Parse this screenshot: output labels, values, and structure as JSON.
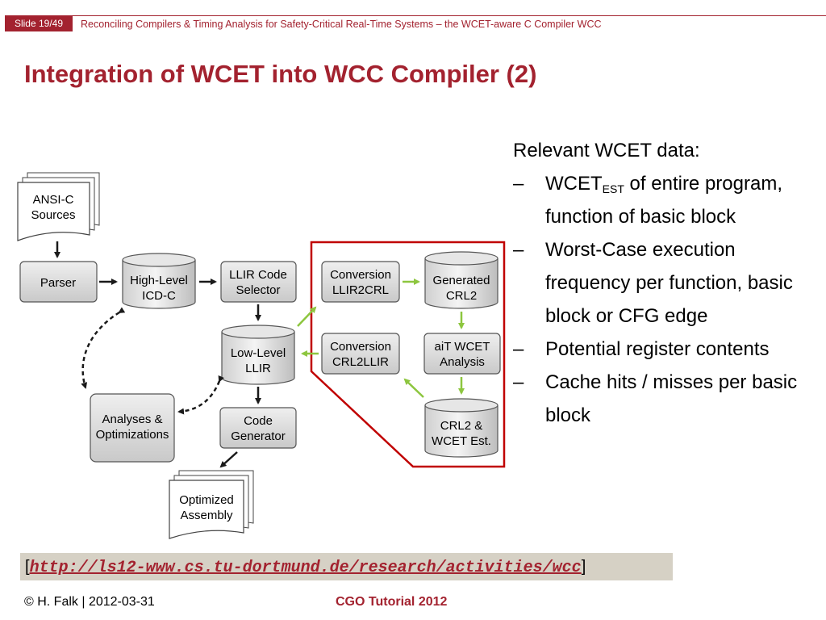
{
  "header": {
    "slide_number": "Slide 19/49",
    "title": "Reconciling Compilers & Timing Analysis for Safety-Critical Real-Time Systems – the WCET-aware C Compiler WCC"
  },
  "page_title": "Integration of WCET into WCC Compiler (2)",
  "diagram": {
    "ansi_sources": [
      "ANSI-C",
      "Sources"
    ],
    "parser": "Parser",
    "high_level": [
      "High-Level",
      "ICD-C"
    ],
    "llir_selector": [
      "LLIR Code",
      "Selector"
    ],
    "low_level": [
      "Low-Level",
      "LLIR"
    ],
    "code_generator": [
      "Code",
      "Generator"
    ],
    "analyses": [
      "Analyses &",
      "Optimizations"
    ],
    "optimized_assembly": [
      "Optimized",
      "Assembly"
    ],
    "conversion_llir2crl": [
      "Conversion",
      "LLIR2CRL"
    ],
    "generated_crl2": [
      "Generated",
      "CRL2"
    ],
    "conversion_crl2llir": [
      "Conversion",
      "CRL2LLIR"
    ],
    "ait_analysis": [
      "aiT WCET",
      "Analysis"
    ],
    "crl2_wcet": [
      "CRL2 &",
      "WCET Est."
    ]
  },
  "side": {
    "intro": "Relevant WCET data:",
    "dash": "–",
    "item1_main": "WCET",
    "item1_sub": "EST",
    "item1_rest": " of entire program, function of basic block",
    "item2": "Worst-Case execution frequency per function, basic block or CFG edge",
    "item3": "Potential register contents",
    "item4": "Cache hits / misses per basic block"
  },
  "citation": {
    "open": "[",
    "url": "http://ls12-www.cs.tu-dortmund.de/research/activities/wcc",
    "close": "]"
  },
  "footer": {
    "left": "© H. Falk | 2012-03-31",
    "center": "CGO Tutorial 2012"
  },
  "colors": {
    "accent": "#a3222f",
    "box_fill": "#d9d9d9",
    "arrow_green": "#8dc63f",
    "highlight_red": "#c00000"
  }
}
